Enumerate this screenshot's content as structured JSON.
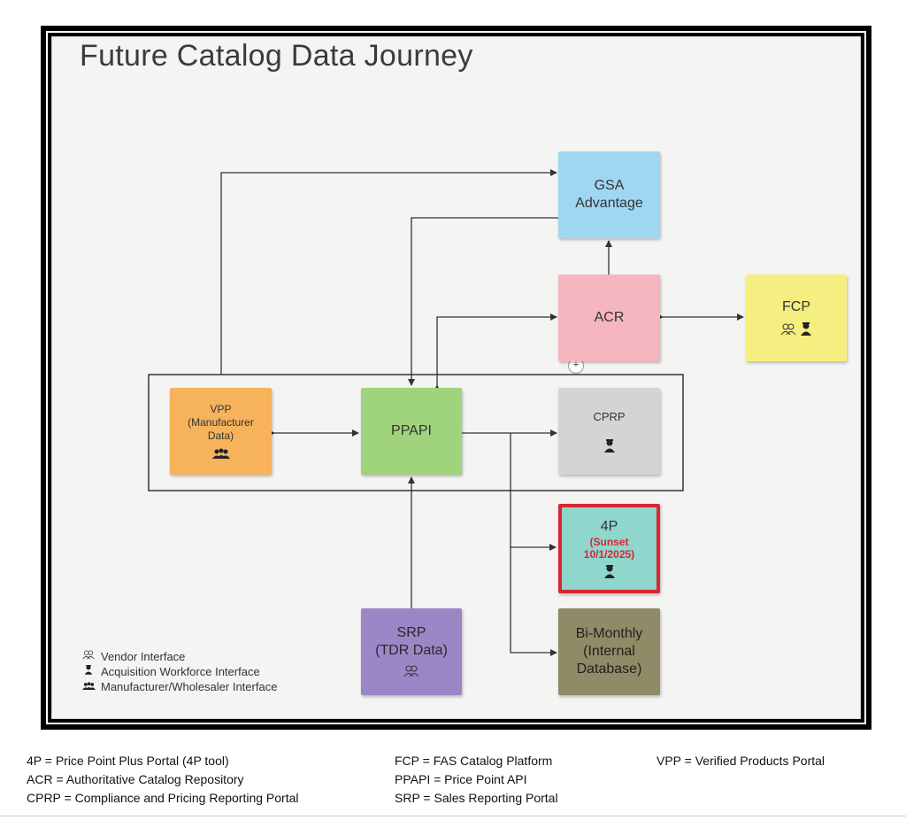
{
  "title": "Future Catalog Data Journey",
  "colors": {
    "gsa": "#9fd7f2",
    "acr": "#f5b6c0",
    "fcp": "#f4ef80",
    "vpp": "#f7b25c",
    "ppapi": "#9fd37c",
    "cprp": "#d4d4d4",
    "fourp": "#8fd6cd",
    "fourp_border": "#d9262f",
    "bimonthly": "#8f8b66",
    "srp": "#9b86c6"
  },
  "nodes": {
    "gsa": {
      "line1": "GSA",
      "line2": "Advantage"
    },
    "acr": {
      "label": "ACR"
    },
    "fcp": {
      "label": "FCP",
      "icons": "vendor-icon, acquisition-workforce-icon"
    },
    "vpp": {
      "line1": "VPP",
      "line2": "(Manufacturer",
      "line3": "Data)",
      "icons": "manufacturer-wholesaler-icon"
    },
    "ppapi": {
      "label": "PPAPI"
    },
    "cprp": {
      "label": "CPRP",
      "icons": "acquisition-workforce-icon"
    },
    "fourp": {
      "label": "4P",
      "sunset1": "(Sunset",
      "sunset2": "10/1/2025)",
      "icons": "acquisition-workforce-icon"
    },
    "bimonthly": {
      "line1": "Bi-Monthly",
      "line2": "(Internal",
      "line3": "Database)"
    },
    "srp": {
      "line1": "SRP",
      "line2": "(TDR Data)",
      "icons": "vendor-icon"
    }
  },
  "legend": [
    {
      "icon": "vendor-icon",
      "text": "Vendor Interface"
    },
    {
      "icon": "acquisition-workforce-icon",
      "text": "Acquisition Workforce Interface"
    },
    {
      "icon": "manufacturer-wholesaler-icon",
      "text": "Manufacturer/Wholesaler Interface"
    }
  ],
  "abbreviations": {
    "col1": [
      "4P = Price Point Plus Portal (4P tool)",
      "ACR = Authoritative Catalog Repository",
      "CPRP = Compliance and Pricing Reporting Portal"
    ],
    "col2": [
      "FCP = FAS Catalog Platform",
      "PPAPI = Price Point API",
      "SRP = Sales Reporting Portal"
    ],
    "col3": [
      "VPP = Verified Products Portal"
    ]
  }
}
